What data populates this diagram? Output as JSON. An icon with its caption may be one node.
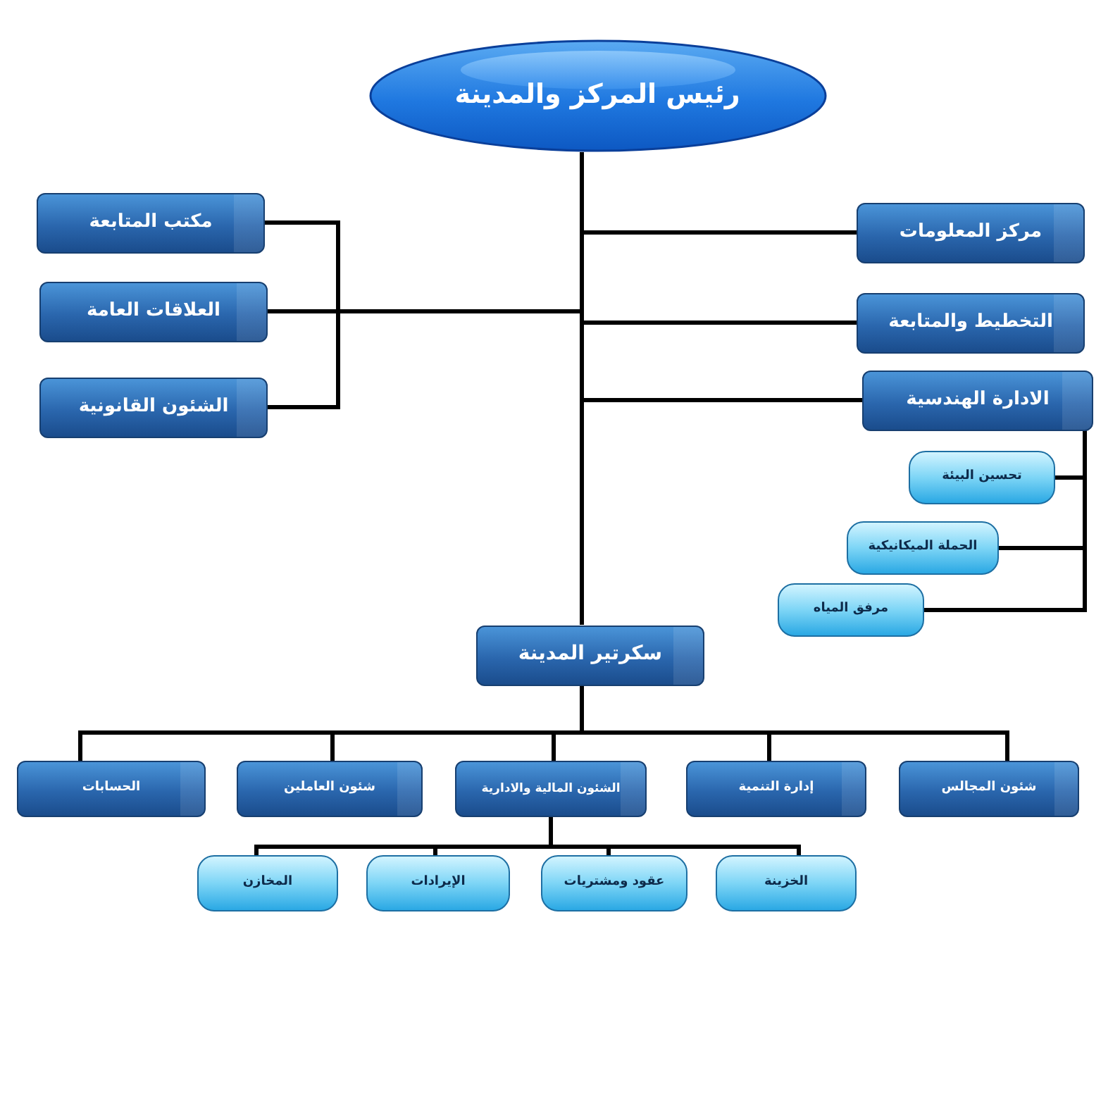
{
  "diagram": {
    "nodes": [
      {
        "text": [
          "رئيس المركز والمدينة"
        ]
      },
      {
        "text": [
          "مركز المعلومات"
        ]
      },
      {
        "text": [
          "التخطيط والمتابعة"
        ]
      },
      {
        "text": [
          "الادارة الهندسية"
        ]
      },
      {
        "text": [
          "تحسين البيئة"
        ]
      },
      {
        "text": [
          "الحملة الميكانيكية"
        ]
      },
      {
        "text": [
          "مرفق المياه"
        ]
      },
      {
        "text": [
          "مكتب المتابعة"
        ]
      },
      {
        "text": [
          "العلاقات العامة"
        ]
      },
      {
        "text": [
          "الشئون القانونية"
        ]
      },
      {
        "text": [
          "سكرتير المدينة"
        ]
      },
      {
        "text": [
          "شئون المجالس"
        ]
      },
      {
        "text": [
          "إدارة التنمية"
        ]
      },
      {
        "text": [
          "الشئون المالية والادارية"
        ]
      },
      {
        "text": [
          "شئون العاملين"
        ]
      },
      {
        "text": [
          "الحسابات"
        ]
      },
      {
        "text": [
          "الخزينة"
        ]
      },
      {
        "text": [
          "عقود ومشتريات"
        ]
      },
      {
        "text": [
          "الإيرادات"
        ]
      },
      {
        "text": [
          "المخازن"
        ]
      }
    ],
    "edges": [
      {
        "from": 0,
        "to": 1,
        "arrow": "none"
      },
      {
        "from": 0,
        "to": 2,
        "arrow": "none"
      },
      {
        "from": 0,
        "to": 3,
        "arrow": "none"
      },
      {
        "from": 0,
        "to": 7,
        "arrow": "none"
      },
      {
        "from": 0,
        "to": 8,
        "arrow": "none"
      },
      {
        "from": 0,
        "to": 9,
        "arrow": "none"
      },
      {
        "from": 3,
        "to": 4,
        "arrow": "none"
      },
      {
        "from": 3,
        "to": 5,
        "arrow": "none"
      },
      {
        "from": 3,
        "to": 6,
        "arrow": "none"
      },
      {
        "from": 0,
        "to": 10,
        "arrow": "none"
      },
      {
        "from": 10,
        "to": 11,
        "arrow": "none"
      },
      {
        "from": 10,
        "to": 12,
        "arrow": "none"
      },
      {
        "from": 10,
        "to": 13,
        "arrow": "none"
      },
      {
        "from": 10,
        "to": 14,
        "arrow": "none"
      },
      {
        "from": 10,
        "to": 15,
        "arrow": "none"
      },
      {
        "from": 13,
        "to": 16,
        "arrow": "none"
      },
      {
        "from": 13,
        "to": 17,
        "arrow": "none"
      },
      {
        "from": 13,
        "to": 18,
        "arrow": "none"
      },
      {
        "from": 13,
        "to": 19,
        "arrow": "none"
      }
    ]
  }
}
